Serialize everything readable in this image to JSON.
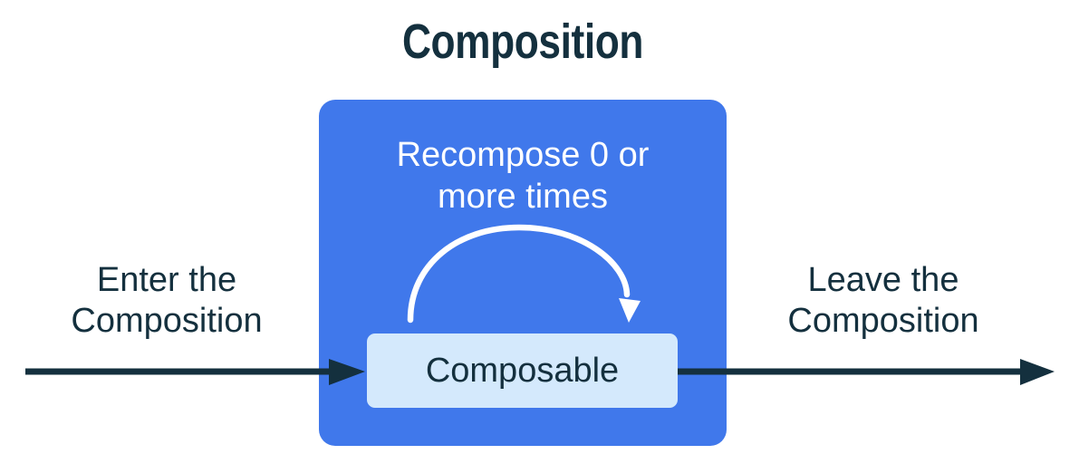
{
  "title": "Composition",
  "outer_box": {
    "recompose_label": "Recompose 0 or\nmore times",
    "composable_label": "Composable"
  },
  "labels": {
    "enter": "Enter the\nComposition",
    "leave": "Leave the\nComposition"
  },
  "icons": {
    "enter_arrow": "right-arrow",
    "leave_arrow": "right-arrow",
    "recompose_loop": "clockwise-loop-arrow"
  },
  "colors": {
    "primary_blue": "#4078EB",
    "composable_light_blue": "#D4E9FC",
    "dark_navy": "#14303E",
    "white": "#FFFFFF"
  }
}
